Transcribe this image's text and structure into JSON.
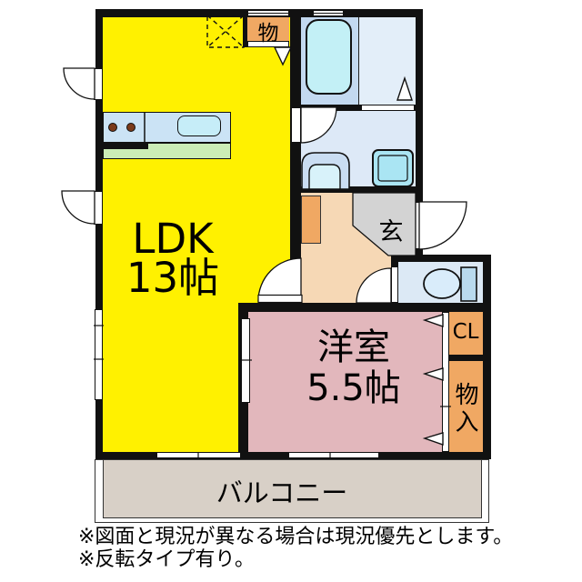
{
  "plan": {
    "rooms": {
      "ldk": {
        "name": "LDK",
        "size": "13帖"
      },
      "western": {
        "name": "洋室",
        "size": "5.5帖"
      },
      "storage_top": "物",
      "genkan": "玄",
      "closet": "CL",
      "storage_right": "物入",
      "balcony": "バルコニー"
    },
    "notes": [
      "※図面と現況が異なる場合は現況優先とします。",
      "※反転タイプ有り。"
    ],
    "colors": {
      "ldk_yellow": "#FFF100",
      "western_pink": "#E2B7BC",
      "hall_peach": "#F6D8B5",
      "storage_orange": "#F0A863",
      "genkan_gray": "#D3D3D3",
      "balcony_gray": "#D8D0C7",
      "bathroom_blue": "#C3D9F0",
      "washroom_blue": "#DDE9F7",
      "fixture_cyan": "#C3F0F6",
      "wall_black": "#111111"
    }
  }
}
